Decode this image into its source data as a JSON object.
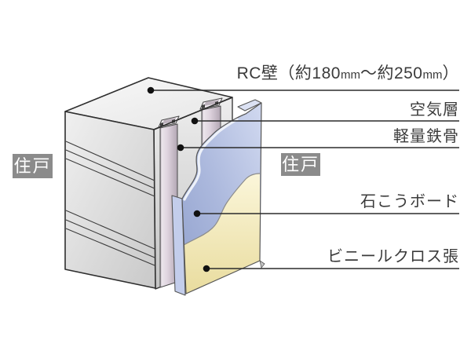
{
  "labels": {
    "rc_wall": {
      "prefix": "RC壁（約180",
      "mm1": "mm",
      "mid": "〜約250",
      "mm2": "mm",
      "suffix": "）"
    },
    "air_layer": "空気層",
    "light_steel": "軽量鉄骨",
    "gypsum_board": "石こうボード",
    "vinyl_cloth": "ビニールクロス張",
    "unit_left": "住戸",
    "unit_right": "住戸"
  },
  "colors": {
    "background": "#ffffff",
    "concrete_top": "#f3f3f3",
    "concrete_front": "#dedede",
    "concrete_side": "#d6d6d6",
    "stud_mauve": "#d9cdd9",
    "gypsum_blue": "#a5b2d8",
    "gypsum_edge_blue": "#c3cdeb",
    "vinyl_yellow": "#f3e9ba",
    "outline": "#2e2e2e",
    "leader_line": "#2b2b2b",
    "dot": "#111111",
    "unit_label_bg": "#8b8b8b",
    "unit_label_text": "#ffffff",
    "label_text": "#3b3b3b"
  }
}
